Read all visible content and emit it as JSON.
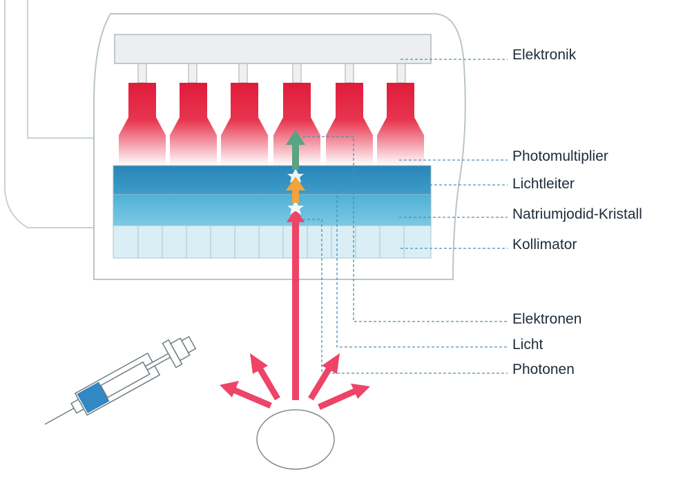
{
  "labels": {
    "elektronik": "Elektronik",
    "photomultiplier": "Photomultiplier",
    "lichtleiter": "Lichtleiter",
    "kristall": "Natriumjodid-Kristall",
    "kollimator": "Kollimator",
    "elektronen": "Elektronen",
    "licht": "Licht",
    "photonen": "Photonen"
  },
  "colors": {
    "outline": "#b9c6cc",
    "leader": "#4a8fb5",
    "pmt": "#e8293f",
    "photon_arrow": "#ee4466",
    "light_arrow": "#f2a33a",
    "electron_arrow": "#5aa383",
    "lichtleiter_band": "#2f8fbf",
    "kristall_band": "#3aa3cc",
    "kollimator": "#d8eef4",
    "syringe_fluid": "#2f86c1"
  },
  "icons": {
    "syringe": "syringe-icon",
    "patient": "patient-ellipse"
  }
}
